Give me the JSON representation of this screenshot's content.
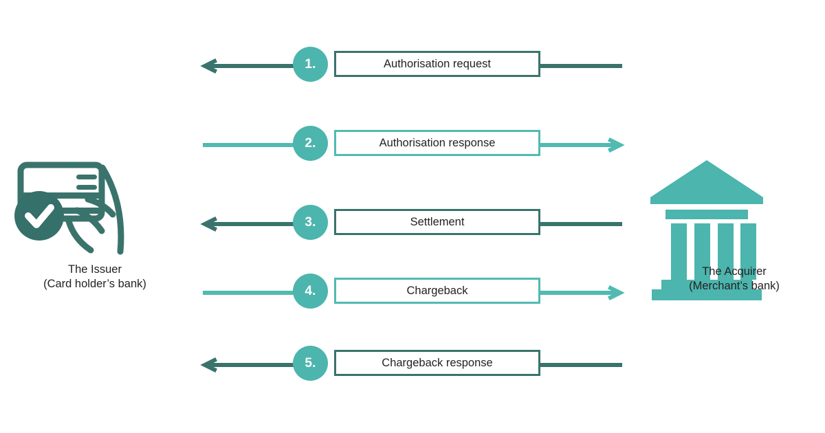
{
  "diagram": {
    "title": "Card payment and chargeback flow",
    "colors": {
      "dark_teal": "#3a736c",
      "light_teal": "#51bab1",
      "circle_teal": "#4cb5ad",
      "text": "#231f20",
      "background": "#ffffff"
    },
    "actors": {
      "left": {
        "icon": "hand-holding-card-with-check-icon",
        "name": "The Issuer",
        "qualifier": "(Card holder’s bank)"
      },
      "right": {
        "icon": "bank-building-icon",
        "name": "The Acquirer",
        "qualifier": "(Merchant’s bank)"
      }
    },
    "steps": [
      {
        "number": "1.",
        "label": "Authorisation request",
        "direction": "left",
        "tone": "dark"
      },
      {
        "number": "2.",
        "label": "Authorisation response",
        "direction": "right",
        "tone": "light"
      },
      {
        "number": "3.",
        "label": "Settlement",
        "direction": "left",
        "tone": "dark"
      },
      {
        "number": "4.",
        "label": "Chargeback",
        "direction": "right",
        "tone": "light"
      },
      {
        "number": "5.",
        "label": "Chargeback response",
        "direction": "left",
        "tone": "dark"
      }
    ]
  }
}
